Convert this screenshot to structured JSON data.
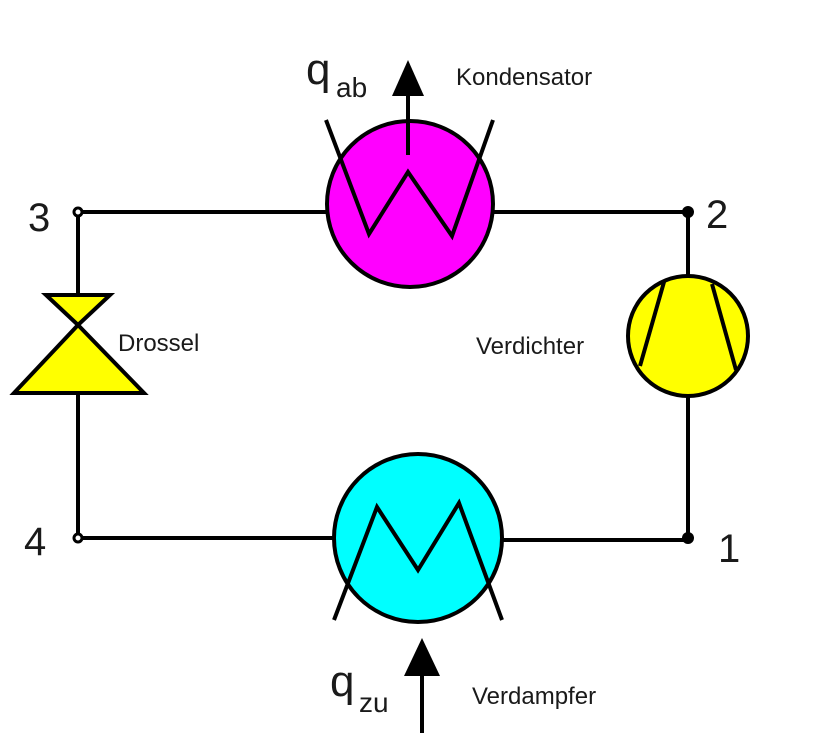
{
  "diagram": {
    "title": "Kältekreislauf",
    "nodes": [
      {
        "id": "1",
        "label": "1"
      },
      {
        "id": "2",
        "label": "2"
      },
      {
        "id": "3",
        "label": "3"
      },
      {
        "id": "4",
        "label": "4"
      }
    ],
    "components": {
      "condenser": {
        "label": "Kondensator",
        "color": "#ff00ff"
      },
      "compressor": {
        "label": "Verdichter",
        "color": "#ffff00"
      },
      "evaporator": {
        "label": "Verdampfer",
        "color": "#00ffff"
      },
      "throttle": {
        "label": "Drossel",
        "color": "#ffff00"
      }
    },
    "heat_flows": {
      "out": {
        "symbol": "q",
        "subscript": "ab",
        "direction": "up"
      },
      "in": {
        "symbol": "q",
        "subscript": "zu",
        "direction": "up"
      }
    },
    "edges": [
      {
        "from": "3",
        "to": "2",
        "via": "condenser"
      },
      {
        "from": "2",
        "to": "1",
        "via": "compressor"
      },
      {
        "from": "1",
        "to": "4",
        "via": "evaporator"
      },
      {
        "from": "4",
        "to": "3",
        "via": "throttle"
      }
    ],
    "line_color": "#000000"
  }
}
